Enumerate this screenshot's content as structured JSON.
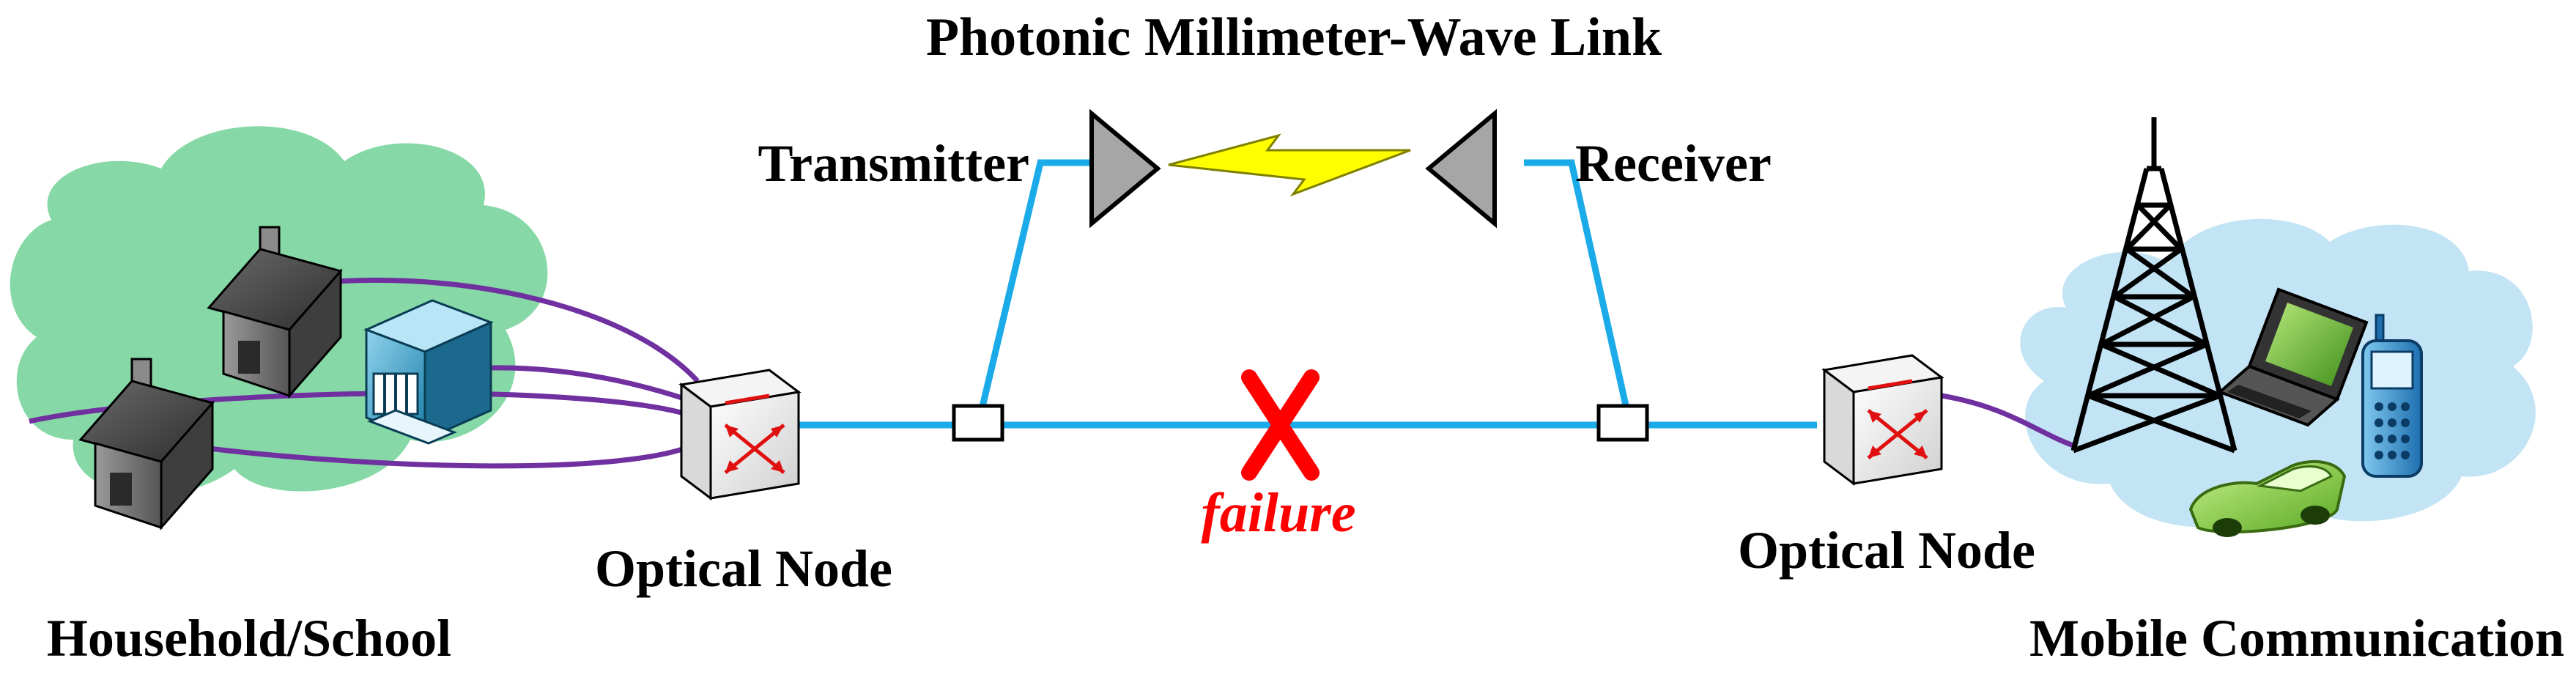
{
  "title": "Photonic Millimeter-Wave Link",
  "labels": {
    "transmitter": "Transmitter",
    "receiver": "Receiver",
    "optical_node_left": "Optical Node",
    "optical_node_right": "Optical Node",
    "household": "Household/School",
    "mobile": "Mobile Communication",
    "failure": "failure"
  },
  "colors": {
    "fiber": "#1aabe8",
    "connector": "#7030a0",
    "failure": "#ff0000",
    "cloud_left": "#86d9a6",
    "cloud_right": "#c2e4f4",
    "antenna": "#a6a6a6",
    "bolt": "#ffff00"
  },
  "icons": [
    "house-icon",
    "school-icon",
    "optical-switch-icon",
    "antenna-icon",
    "lightning-bolt-icon",
    "cell-tower-icon",
    "laptop-icon",
    "mobile-phone-icon",
    "car-icon",
    "failure-x-icon"
  ]
}
